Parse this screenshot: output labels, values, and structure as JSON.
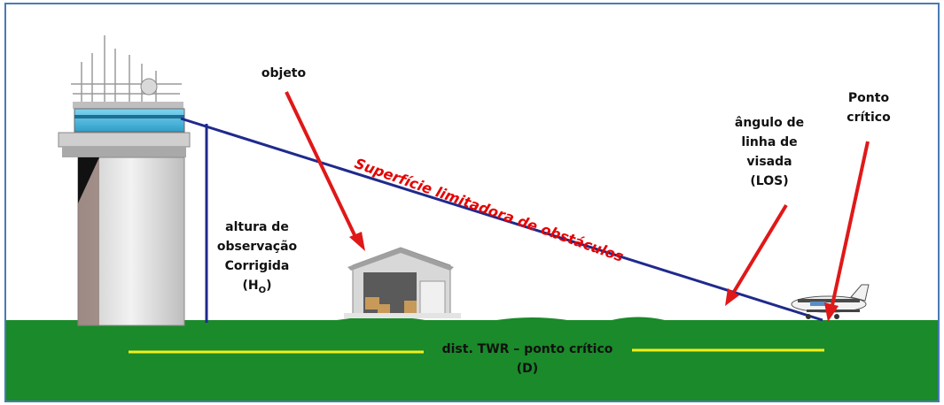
{
  "colors": {
    "frame": "#4a7ab5",
    "ground": "#1a8a2a",
    "sight_line": "#1f2a8c",
    "arrow": "#e01818",
    "distance_line": "#f2ef1a"
  },
  "labels": {
    "object": "objeto",
    "surface": "Superfície limitadora de obstáculos",
    "height_line1": "altura de",
    "height_line2": "observação",
    "height_line3": "Corrigida",
    "height_symbol": "(H",
    "height_sub": "O",
    "height_close": ")",
    "angle_line1": "ângulo de",
    "angle_line2": "linha de",
    "angle_line3": "visada",
    "angle_line4": "(LOS)",
    "critical_line1": "Ponto",
    "critical_line2": "crítico",
    "distance_line1": "dist. TWR – ponto crítico",
    "distance_line2": "(D)"
  },
  "icons": {
    "tower": "control-tower-icon",
    "hangar": "hangar-icon",
    "aircraft": "aircraft-icon"
  }
}
